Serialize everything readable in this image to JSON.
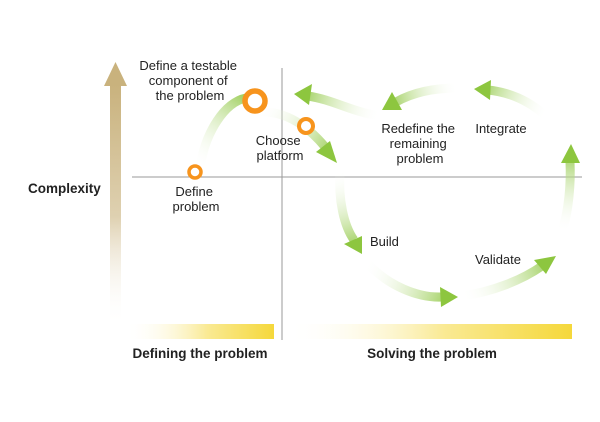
{
  "diagram": {
    "y_axis_label": "Complexity",
    "sections": {
      "left": "Defining the problem",
      "right": "Solving the problem"
    },
    "steps": {
      "define_problem": [
        "Define",
        "problem"
      ],
      "define_component": [
        "Define a testable",
        "component of",
        "the problem"
      ],
      "choose_platform": [
        "Choose",
        "platform"
      ],
      "redefine": [
        "Redefine the",
        "remaining",
        "problem"
      ],
      "integrate": "Integrate",
      "build": "Build",
      "validate": "Validate"
    },
    "colors": {
      "arrow_green": "#8dc63f",
      "milestone_orange": "#f7941d",
      "axis_tan": "#c9b27d",
      "bar_yellow": "#f5d83b",
      "quadrant_line": "#9a9a9a"
    }
  }
}
